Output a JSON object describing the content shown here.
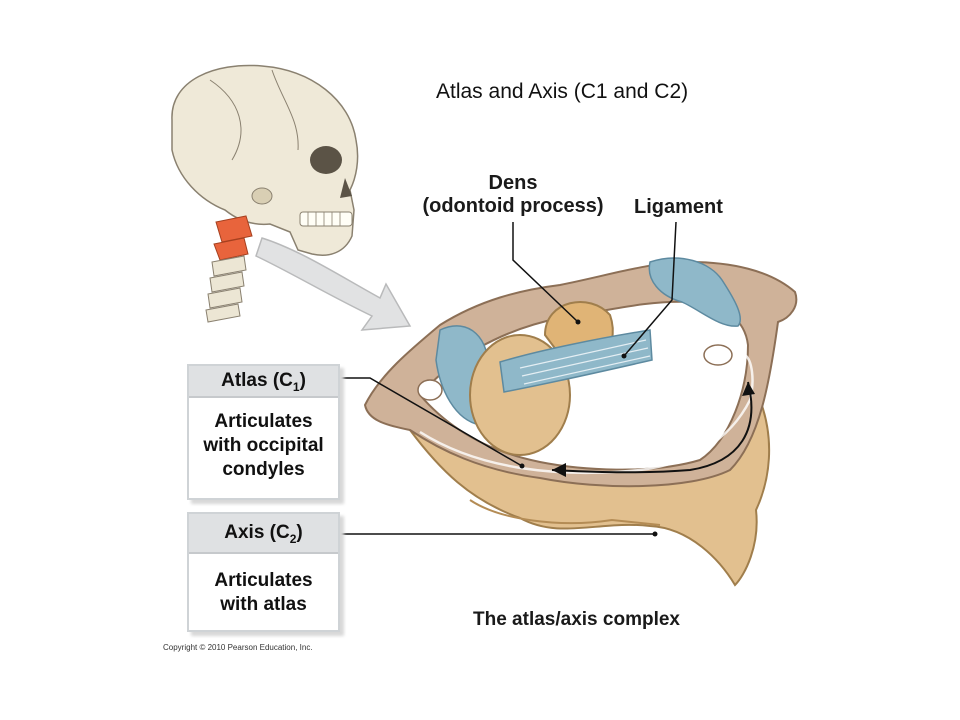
{
  "slide": {
    "title": "Atlas and Axis (C1 and C2)"
  },
  "labels": {
    "dens_line1": "Dens",
    "dens_line2": "(odontoid process)",
    "ligament": "Ligament",
    "complex_caption": "The atlas/axis complex",
    "copyright": "Copyright © 2010 Pearson Education, Inc."
  },
  "atlas_box": {
    "heading": "Atlas (C",
    "heading_sub": "1",
    "heading_end": ")",
    "body_line1": "Articulates",
    "body_line2": "with occipital",
    "body_line3": "condyles"
  },
  "axis_box": {
    "heading": "Axis (C",
    "heading_sub": "2",
    "heading_end": ")",
    "body_line1": "Articulates",
    "body_line2": "with atlas"
  },
  "colors": {
    "bone": "#e2c08f",
    "bone_dark": "#c59a63",
    "atlas_bone": "#cfb299",
    "cartilage": "#8fb8c9",
    "highlight_vertebrae": "#e8643c",
    "box_border": "#cfd3d6"
  }
}
